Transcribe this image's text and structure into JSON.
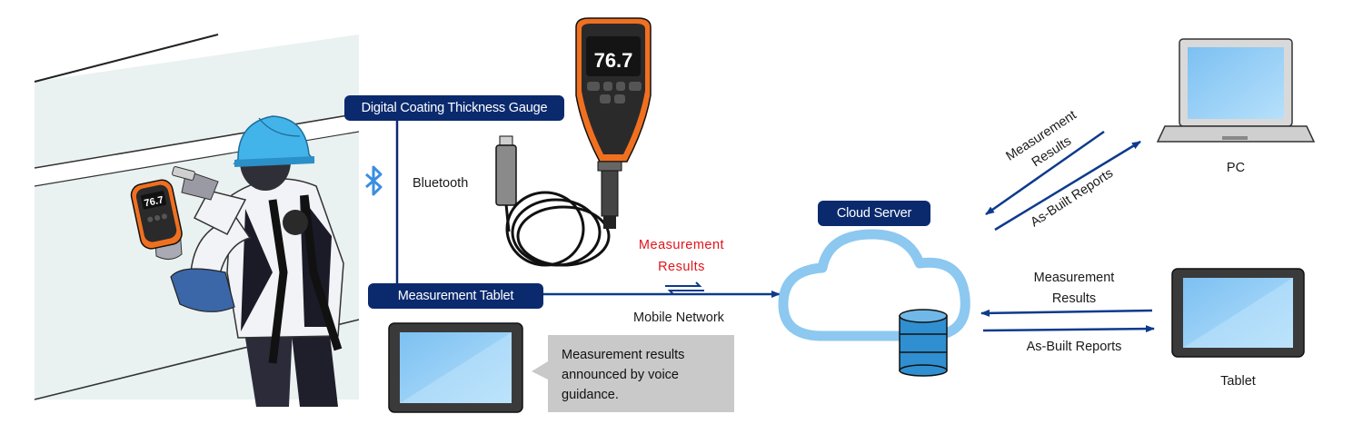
{
  "labels": {
    "gauge": "Digital Coating Thickness Gauge",
    "bluetooth": "Bluetooth",
    "tablet_box": "Measurement Tablet",
    "cloud_server": "Cloud Server",
    "mobile_network": "Mobile Network",
    "results_red_1": "Measurement",
    "results_red_2": "Results",
    "callout": [
      "Measurement results",
      "announced by voice",
      "guidance."
    ],
    "pc": "PC",
    "pc_results_1": "Measurement",
    "pc_results_2": "Results",
    "pc_reports": "As-Built Reports",
    "tablet_results_1": "Measurement",
    "tablet_results_2": "Results",
    "tablet_reports": "As-Built Reports",
    "tablet": "Tablet",
    "gauge_reading": "76.7",
    "worker_gauge_reading": "76.7"
  },
  "colors": {
    "navy": "#0b2a6e",
    "arrow": "#0d3a8c",
    "red_text": "#e3141b",
    "cloud_outline": "#8cc8f0",
    "gauge_orange": "#f07020",
    "bluetooth_icon": "#3a8ee0",
    "screen_blue": "#8fcaf4",
    "callout_bg": "#c9c9c9"
  },
  "icons": [
    "bluetooth-icon",
    "cloud-icon",
    "database-icon",
    "laptop-icon",
    "tablet-icon",
    "coating-gauge-icon",
    "worker-illustration"
  ]
}
